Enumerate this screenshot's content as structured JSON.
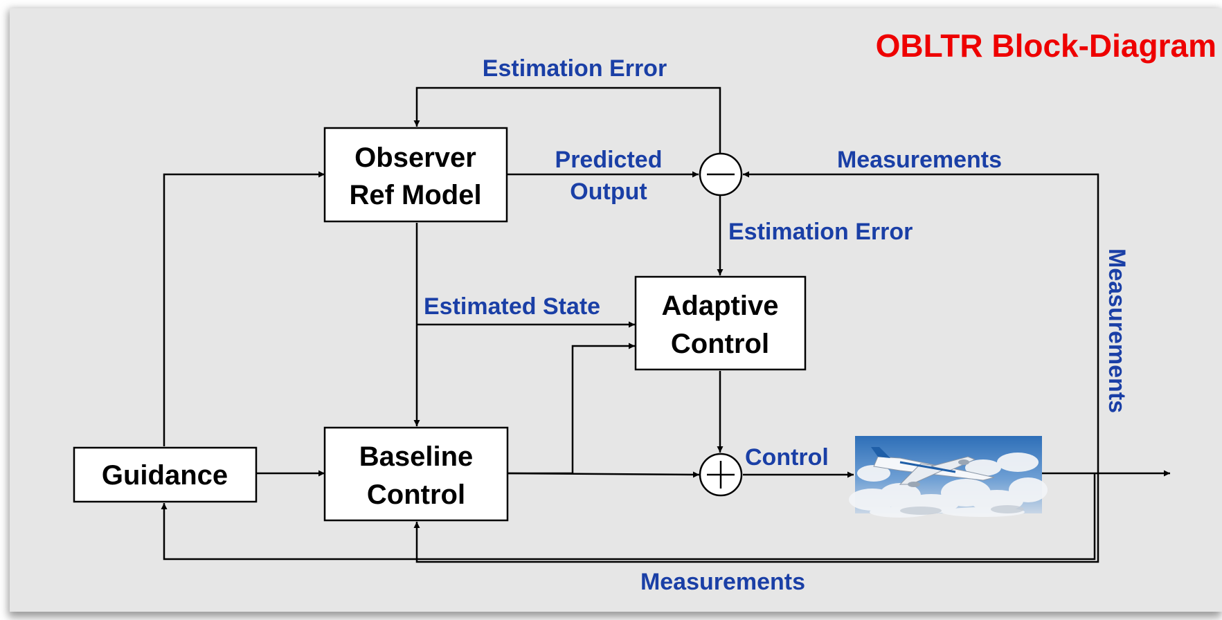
{
  "title": "OBLTR Block-Diagram",
  "colors": {
    "background": "#e6e6e6",
    "title": "#ee0000",
    "label": "#1a3fa6",
    "block_border": "#000000",
    "block_fill": "#ffffff"
  },
  "blocks": {
    "observer": {
      "line1": "Observer",
      "line2": "Ref Model"
    },
    "adaptive": {
      "line1": "Adaptive",
      "line2": "Control"
    },
    "baseline": {
      "line1": "Baseline",
      "line2": "Control"
    },
    "guidance": {
      "line1": "Guidance"
    },
    "plant": {
      "icon": "airplane-icon"
    }
  },
  "junctions": {
    "summing_top": {
      "symbol": "−",
      "icon": "minus-icon"
    },
    "summing_bottom": {
      "symbol": "+",
      "icon": "plus-icon"
    }
  },
  "labels": {
    "estimation_error_top": "Estimation Error",
    "predicted_output_1": "Predicted",
    "predicted_output_2": "Output",
    "measurements_top": "Measurements",
    "estimation_error_mid": "Estimation Error",
    "estimated_state": "Estimated State",
    "control": "Control",
    "measurements_vertical": "Measurements",
    "measurements_bottom": "Measurements"
  }
}
